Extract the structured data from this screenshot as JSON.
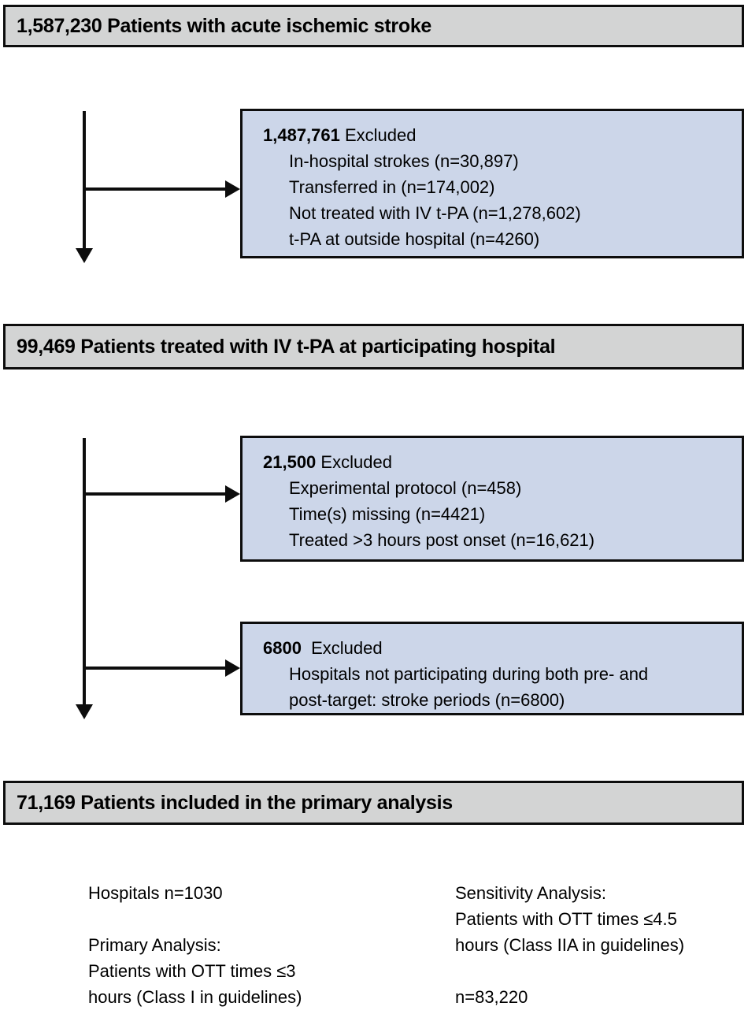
{
  "colors": {
    "bar_fill": "#d3d4d4",
    "box_fill": "#ccd6e9",
    "stroke": "#0d0d0d",
    "background": "#ffffff"
  },
  "flow": {
    "bars": [
      {
        "id": "top",
        "text": "1,587,230 Patients with acute ischemic stroke"
      },
      {
        "id": "mid",
        "text": "99,469 Patients treated with IV t-PA at participating hospital"
      },
      {
        "id": "bottom",
        "text": "71,169 Patients included in the primary analysis"
      }
    ],
    "exclusions": [
      {
        "id": "exclusion-1",
        "count": "1,487,761",
        "label": "Excluded",
        "reasons": [
          "In-hospital strokes (n=30,897)",
          "Transferred in (n=174,002)",
          "Not treated with IV t-PA (n=1,278,602)",
          "t-PA at outside hospital (n=4260)"
        ]
      },
      {
        "id": "exclusion-2",
        "count": "21,500",
        "label": "Excluded",
        "reasons": [
          "Experimental protocol (n=458)",
          "Time(s) missing (n=4421)",
          "Treated >3 hours post onset (n=16,621)"
        ]
      },
      {
        "id": "exclusion-3",
        "count": "6800",
        "label": "Excluded",
        "reasons": [
          "Hospitals not participating during both pre- and",
          "post-target: stroke periods (n=6800)"
        ]
      }
    ]
  },
  "notes": {
    "left": {
      "hospitals": "Hospitals n=1030",
      "analysis_title": "Primary Analysis:",
      "analysis_line_1": "Patients with OTT times ≤3",
      "analysis_line_2": "hours (Class I in guidelines)"
    },
    "right": {
      "analysis_title": "Sensitivity Analysis:",
      "analysis_line_1": "Patients with OTT times ≤4.5",
      "analysis_line_2": "hours (Class IIA in guidelines)",
      "n_value": "n=83,220"
    }
  }
}
